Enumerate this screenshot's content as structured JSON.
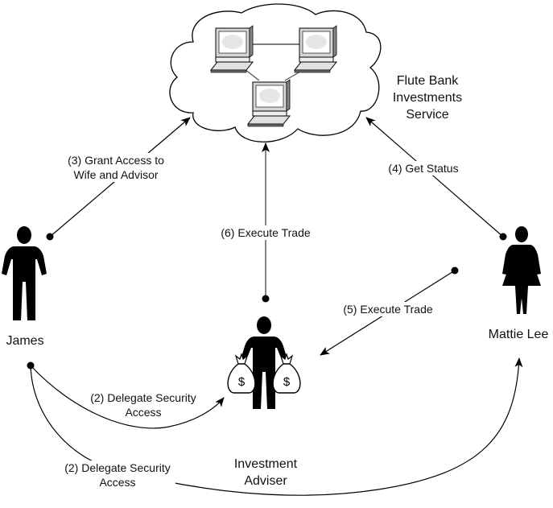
{
  "service": {
    "title_lines": [
      "Flute Bank",
      "Investments",
      "Service"
    ],
    "node_count": 3
  },
  "actors": {
    "james": {
      "name": "James",
      "icon": "man-icon"
    },
    "mattie": {
      "name": "Mattie Lee",
      "icon": "woman-icon"
    },
    "adviser": {
      "name_lines": [
        "Investment",
        "Adviser"
      ],
      "icon": "man-with-money-bags-icon",
      "bag_symbol": "$"
    }
  },
  "flows": [
    {
      "id": "grant-access",
      "label_lines": [
        "(3) Grant Access to",
        "Wife and Advisor"
      ],
      "from": "James",
      "to": "Flute Bank Investments Service"
    },
    {
      "id": "get-status",
      "label_lines": [
        "(4) Get Status"
      ],
      "from": "Mattie Lee",
      "to": "Flute Bank Investments Service"
    },
    {
      "id": "execute-trade-6",
      "label_lines": [
        "(6) Execute Trade"
      ],
      "from": "Investment Adviser",
      "to": "Flute Bank Investments Service"
    },
    {
      "id": "execute-trade-5",
      "label_lines": [
        "(5) Execute Trade"
      ],
      "from": "Mattie Lee",
      "to": "Investment Adviser"
    },
    {
      "id": "delegate-adviser",
      "label_lines": [
        "(2) Delegate Security",
        "Access"
      ],
      "from": "James",
      "to": "Investment Adviser"
    },
    {
      "id": "delegate-wife",
      "label_lines": [
        "(2) Delegate Security",
        "Access"
      ],
      "from": "James",
      "to": "Mattie Lee"
    }
  ]
}
